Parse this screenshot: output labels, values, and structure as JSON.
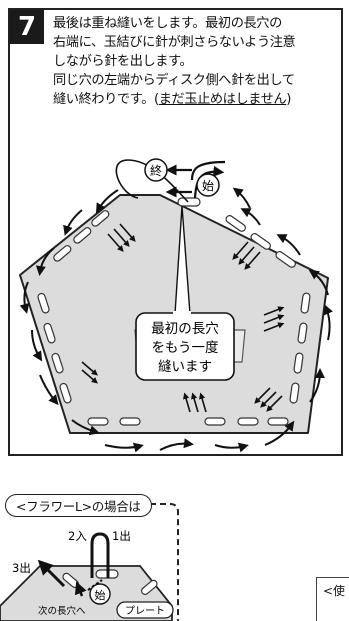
{
  "step": {
    "number": "7"
  },
  "instructions": {
    "line1": "最後は重ね縫いをします。最初の長穴の",
    "line2": "右端に、玉結びに針が刺さらないよう注意",
    "line3": "しながら針を出します。",
    "line4": "同じ穴の左端からディスク側へ針を出して",
    "line5_pre": "縫い終わりです。(",
    "line5_u": "まだ玉止めはしません",
    "line5_post": ")"
  },
  "diagram": {
    "end_label": "終",
    "start_label": "始",
    "callout_line1": "最初の長穴",
    "callout_line2": "をもう一度",
    "callout_line3": "縫います"
  },
  "flower_l": {
    "title": "<フラワーL>の場合は",
    "label_2in": "2入",
    "label_1out": "1出",
    "label_3out": "3出",
    "start_label": "始",
    "next_slot": "次の長穴へ",
    "plate": "プレート"
  },
  "cutoff": {
    "text": "<使"
  }
}
